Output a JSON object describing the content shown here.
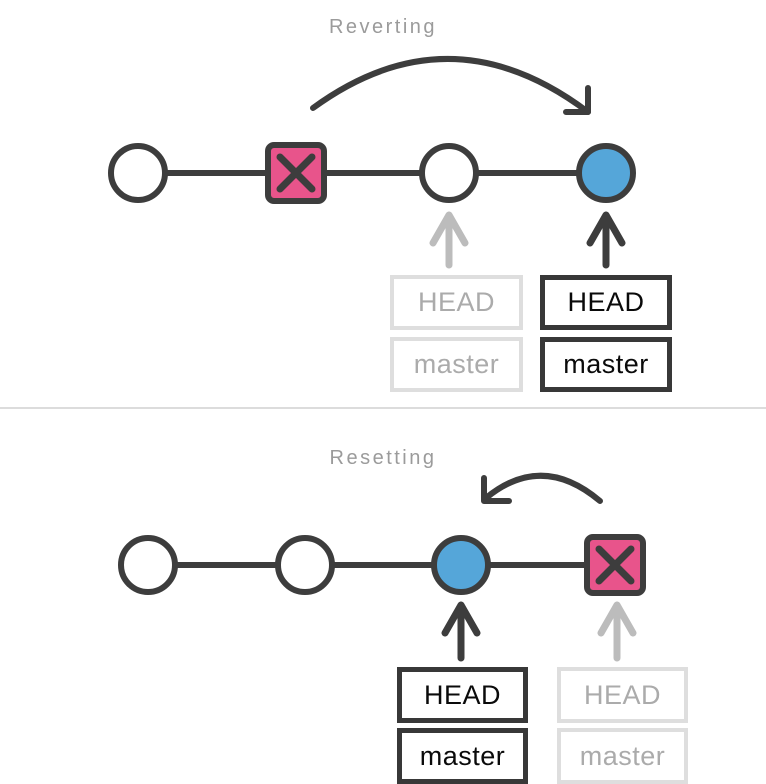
{
  "colors": {
    "dark": "#3d3d3d",
    "box_border_dark": "#383838",
    "pink": "#e8548b",
    "blue": "#55a6d9",
    "gray_arrow": "#bcbcbc",
    "gray_border": "#dedede",
    "gray_text": "#ababab",
    "title": "#9b9b9b",
    "label_dark": "#0a0a0a",
    "divider": "#dcdcdc"
  },
  "reverting": {
    "title": "Reverting",
    "nodes": [
      "commit",
      "reverted-commit",
      "commit",
      "new-revert-commit"
    ],
    "ghost": {
      "head": "HEAD",
      "master": "master"
    },
    "active": {
      "head": "HEAD",
      "master": "master"
    }
  },
  "resetting": {
    "title": "Resetting",
    "nodes": [
      "commit",
      "commit",
      "reset-target-commit",
      "discarded-commit"
    ],
    "active": {
      "head": "HEAD",
      "master": "master"
    },
    "ghost": {
      "head": "HEAD",
      "master": "master"
    }
  }
}
